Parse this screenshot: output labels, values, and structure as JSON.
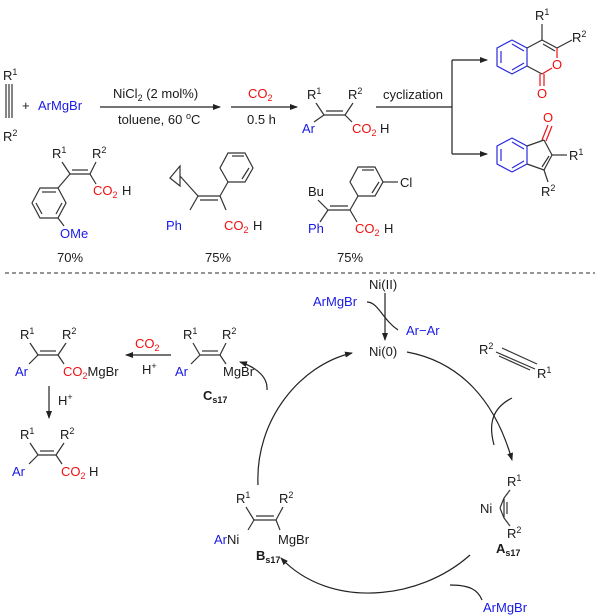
{
  "scheme": {
    "reactants": {
      "alkyne_r1": "R1",
      "alkyne_r2": "R2",
      "plus": "+",
      "grignard": "ArMgBr"
    },
    "step1": {
      "above": "NiCl2 (2 mol%)",
      "below": "toluene, 60 °C"
    },
    "step2": {
      "above": "CO2",
      "below": "0.5 h"
    },
    "product": {
      "r1": "R1",
      "r2": "R2",
      "ar": "Ar",
      "acid": "CO2H"
    },
    "cyclization_label": "cyclization",
    "cyclized_products": [
      {
        "name": "isocoumarin",
        "r1": "R1",
        "r2": "R2",
        "hetero_o": "O",
        "carbonyl_o": "O"
      },
      {
        "name": "indenone",
        "r1": "R1",
        "r2": "R2",
        "carbonyl_o": "O"
      }
    ]
  },
  "examples": [
    {
      "substituent": "OMe",
      "r1": "R1",
      "r2": "R2",
      "acid": "CO2H",
      "yield": "70%"
    },
    {
      "left": "Ph",
      "acid": "CO2H",
      "yield": "75%"
    },
    {
      "top": "Bu",
      "left": "Ph",
      "sub": "Cl",
      "acid": "CO2H",
      "yield": "75%"
    }
  ],
  "mechanism": {
    "ni2": "Ni(II)",
    "ni0": "Ni(0)",
    "grignard_in": "ArMgBr",
    "biaryl_out": "Ar−Ar",
    "alkyne": {
      "r1": "R1",
      "r2": "R2"
    },
    "A": {
      "label": "A",
      "sub": "s17",
      "ni": "Ni",
      "r1": "R1",
      "r2": "R2"
    },
    "B": {
      "label": "B",
      "sub": "s17",
      "ar": "Ar",
      "ni": "Ni",
      "r1": "R1",
      "r2": "R2",
      "mg": "MgBr"
    },
    "C": {
      "label": "C",
      "sub": "s17",
      "ar": "Ar",
      "r1": "R1",
      "r2": "R2",
      "mg": "MgBr"
    },
    "grignard_b": "ArMgBr",
    "carboxylation": {
      "above": "CO2",
      "below": "H+"
    },
    "salt": {
      "ar": "Ar",
      "r1": "R1",
      "r2": "R2",
      "co2": "CO2",
      "mg": "MgBr"
    },
    "protonation": "H+",
    "final": {
      "ar": "Ar",
      "r1": "R1",
      "r2": "R2",
      "acid": "CO2H"
    }
  }
}
